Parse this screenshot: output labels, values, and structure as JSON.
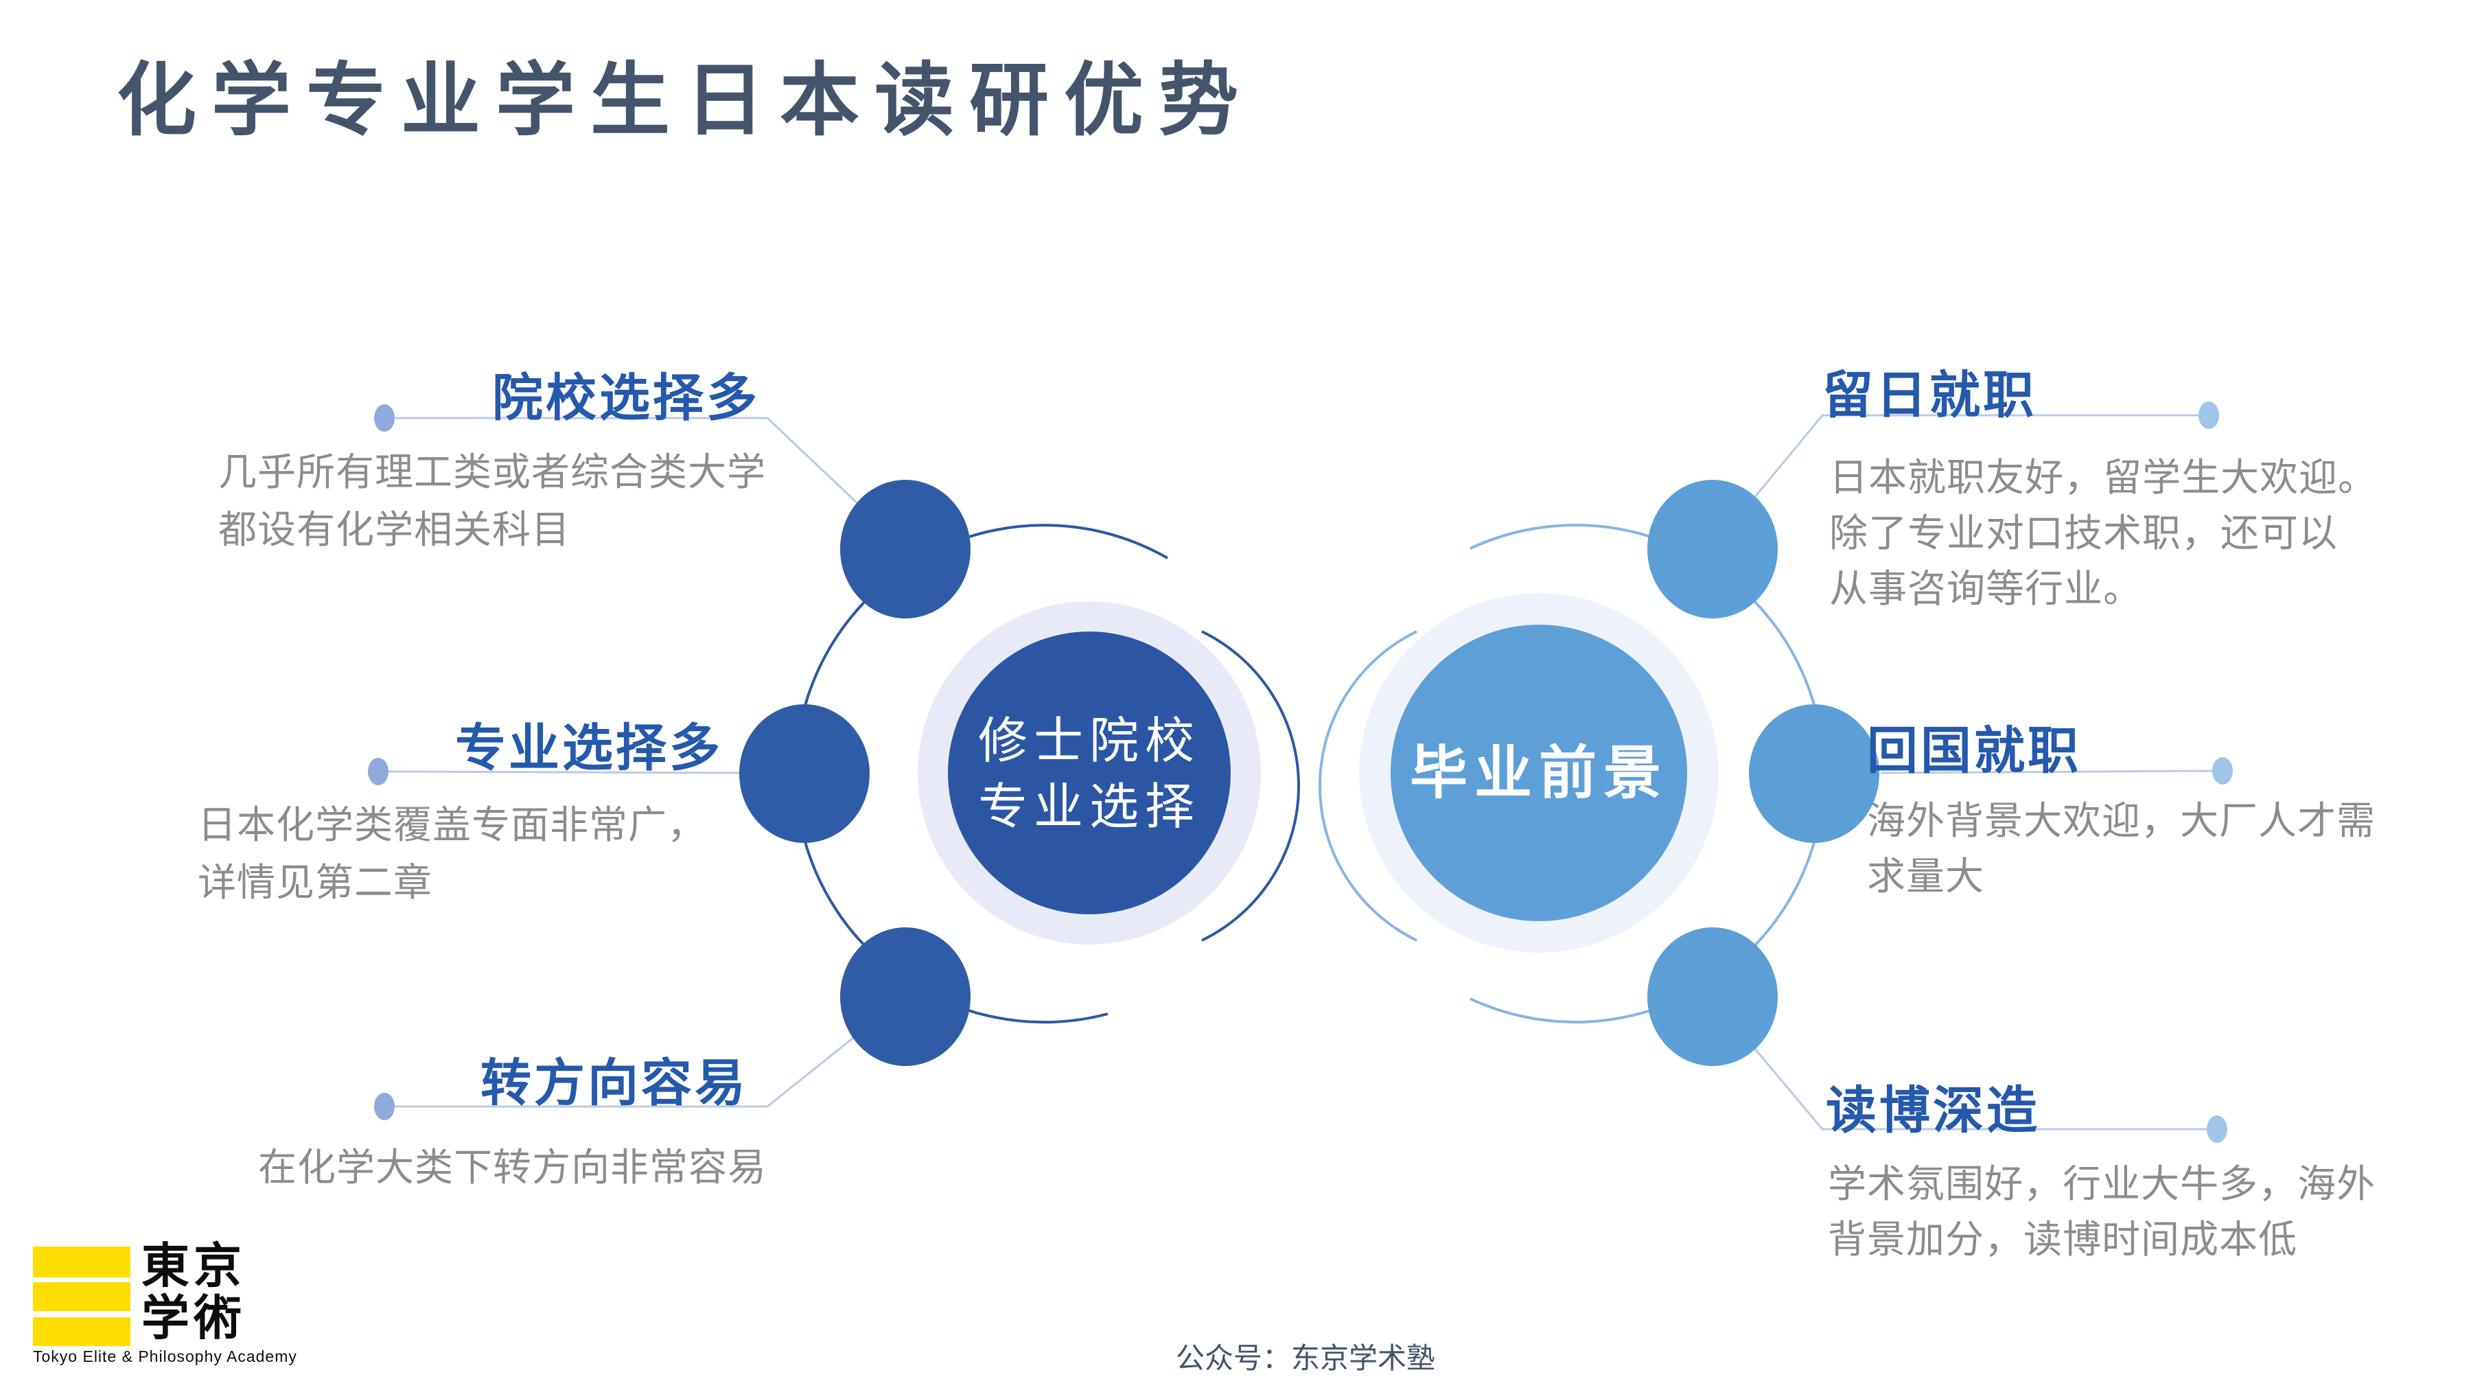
{
  "title": "化学专业学生日本读研优势",
  "colors": {
    "title_navy": "#44546A",
    "label_blue": "#2459AB",
    "desc_gray": "#8C8C8C",
    "accent_dark": "#2A56A4",
    "satellite_dark": "#2E5CA6",
    "ring_dark": "#2C5AA0",
    "accent_light": "#5E9FD8",
    "satellite_light": "#5B9FD6",
    "ring_light": "#86B5E3",
    "halo_left": "#E8EBF7",
    "halo_right": "#EEF3FB",
    "connector": "#B9CAE5",
    "dot_left": "#8FAADC",
    "dot_right": "#9FC5E8",
    "logo_yellow": "#FFDE00",
    "background": "#FFFFFF"
  },
  "center": {
    "left_circle_line1": "修士院校",
    "left_circle_line2": "专业选择",
    "right_circle_label": "毕业前景"
  },
  "left_items": [
    {
      "label": "院校选择多",
      "desc_lines": [
        "几乎所有理工类或者综合类大学",
        "都设有化学相关科目"
      ]
    },
    {
      "label": "专业选择多",
      "desc_lines": [
        "日本化学类覆盖专面非常广，",
        "详情见第二章"
      ]
    },
    {
      "label": "转方向容易",
      "desc_lines": [
        "在化学大类下转方向非常容易"
      ]
    }
  ],
  "right_items": [
    {
      "label": "留日就职",
      "desc_lines": [
        "日本就职友好，留学生大欢迎。",
        "除了专业对口技术职，还可以",
        "从事咨询等行业。"
      ]
    },
    {
      "label": "回国就职",
      "desc_lines": [
        "海外背景大欢迎，大厂人才需",
        "求量大"
      ]
    },
    {
      "label": "读博深造",
      "desc_lines": [
        "学术氛围好，行业大牛多，海外",
        "背景加分，读博时间成本低"
      ]
    }
  ],
  "logo": {
    "kanji_line1": "東京",
    "kanji_line2": "学術",
    "tagline": "Tokyo Elite & Philosophy Academy"
  },
  "footer": "公众号：东京学术塾"
}
